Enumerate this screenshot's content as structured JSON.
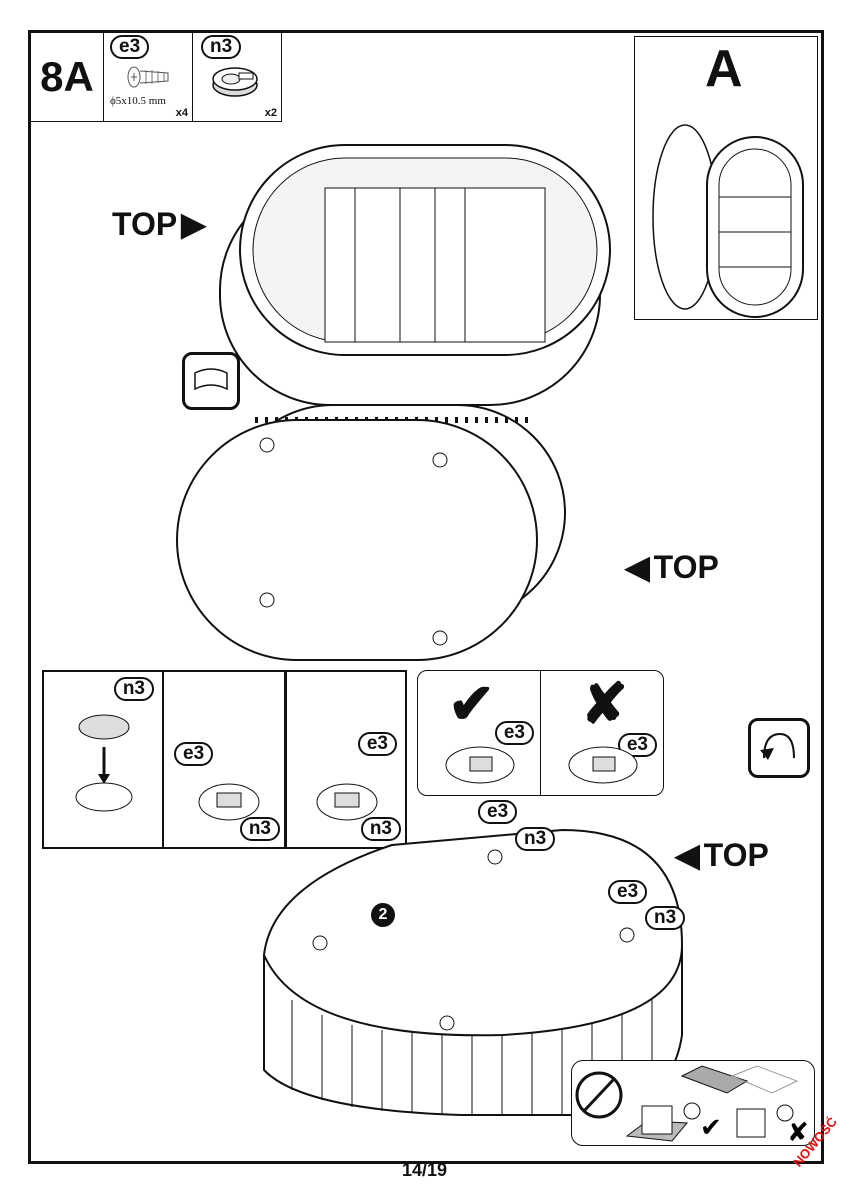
{
  "step": {
    "label": "8A"
  },
  "parts": [
    {
      "code": "e3",
      "dimension": "ϕ5x10.5 mm",
      "quantity": "x4",
      "icon": "screw-icon"
    },
    {
      "code": "n3",
      "quantity": "x2",
      "icon": "cam-lock-icon"
    }
  ],
  "reference": {
    "label": "A"
  },
  "top_labels": [
    "TOP",
    "TOP",
    "TOP"
  ],
  "substeps": {
    "first": {
      "part": "n3"
    },
    "second": {
      "screw": "e3",
      "cam": "n3"
    },
    "third": {
      "screw": "e3",
      "cam": "n3"
    },
    "correct": {
      "part": "e3"
    },
    "wrong": {
      "part": "e3"
    }
  },
  "assembly": {
    "callout1_screw": "e3",
    "callout1_cam": "n3",
    "callout2_screw": "e3",
    "callout2_cam": "n3",
    "number": "2"
  },
  "footer": {
    "page": "14/19",
    "watermark": "NOWOŚĆ"
  }
}
